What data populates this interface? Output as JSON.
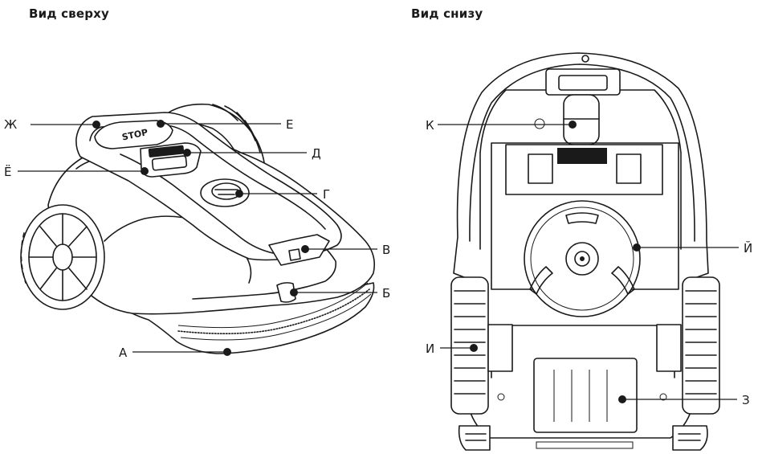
{
  "titles": {
    "top_view": "Вид сверху",
    "bottom_view": "Вид снизу"
  },
  "labels": {
    "zh": "Ж",
    "e": "Е",
    "d": "Д",
    "yo": "Ё",
    "g": "Г",
    "v": "В",
    "b": "Б",
    "a": "А",
    "k": "К",
    "y": "Й",
    "i": "И",
    "z": "З"
  },
  "mower_text": {
    "stop_button": "STOP"
  },
  "colors": {
    "line": "#1a1a1a",
    "background": "#ffffff"
  }
}
